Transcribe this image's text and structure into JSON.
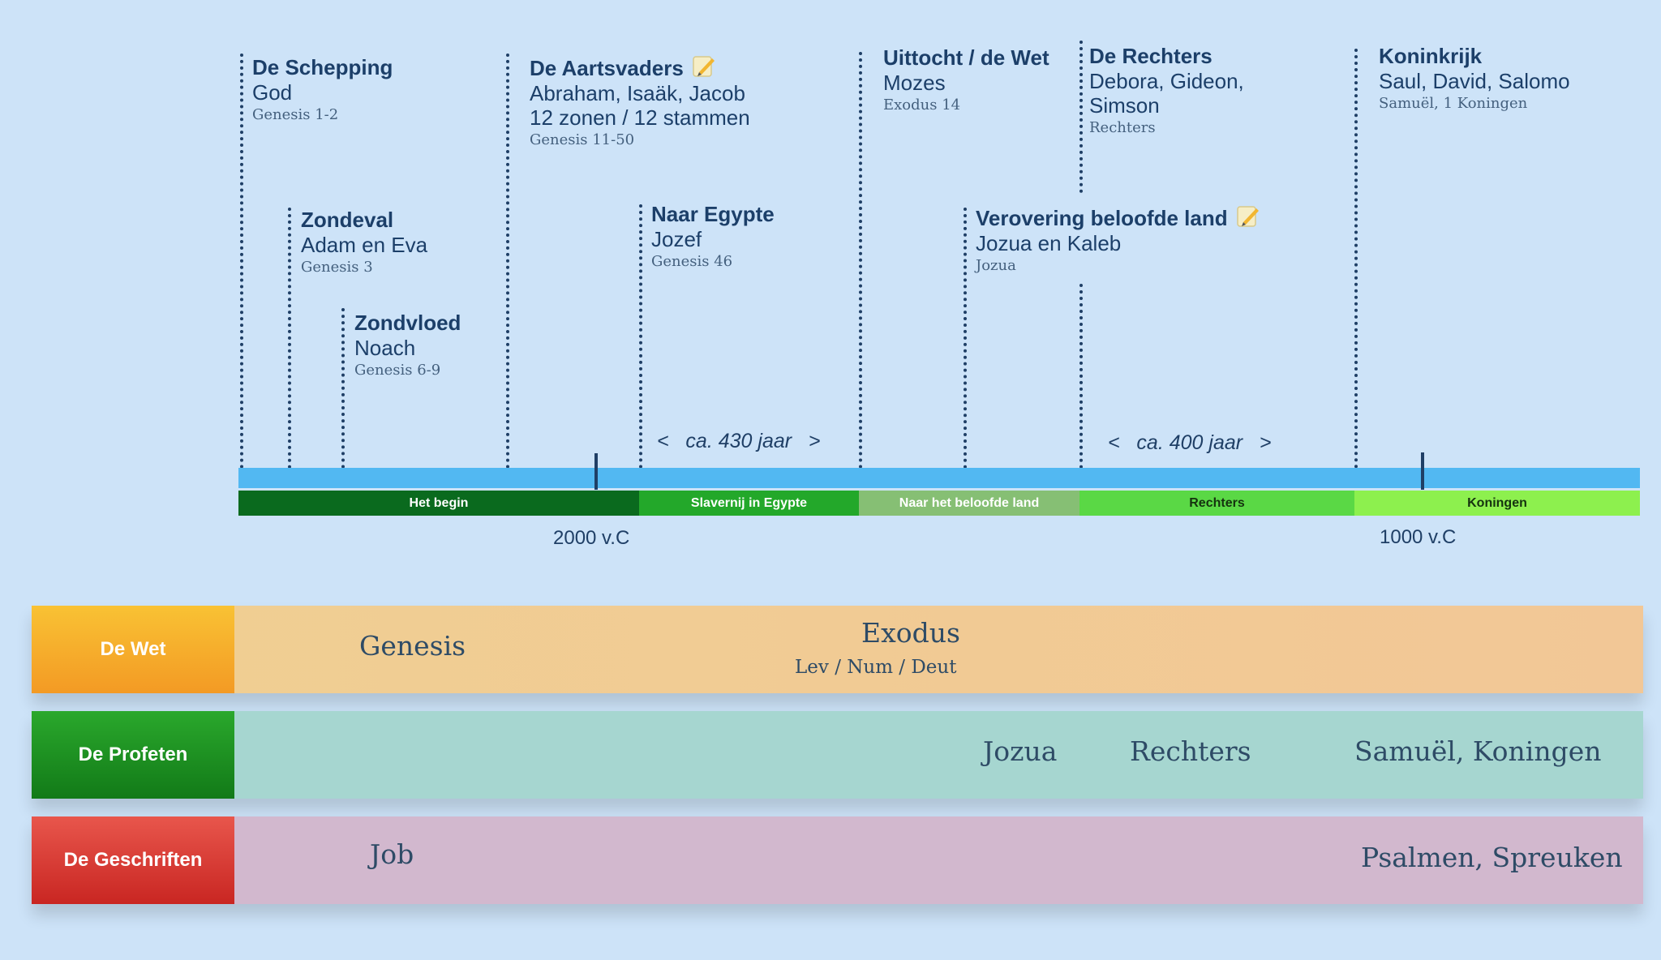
{
  "events": [
    {
      "title": "De Schepping",
      "sub": [
        "God"
      ],
      "ref": "Genesis 1-2",
      "pencil": false
    },
    {
      "title": "Zondeval",
      "sub": [
        "Adam en Eva"
      ],
      "ref": "Genesis 3",
      "pencil": false
    },
    {
      "title": "Zondvloed",
      "sub": [
        "Noach"
      ],
      "ref": "Genesis 6-9",
      "pencil": false
    },
    {
      "title": "De Aartsvaders",
      "sub": [
        "Abraham, Isaäk, Jacob",
        "12 zonen / 12 stammen"
      ],
      "ref": "Genesis 11-50",
      "pencil": true
    },
    {
      "title": "Naar Egypte",
      "sub": [
        "Jozef"
      ],
      "ref": "Genesis 46",
      "pencil": false
    },
    {
      "title": "Uittocht / de Wet",
      "sub": [
        "Mozes"
      ],
      "ref": "Exodus 14",
      "pencil": false
    },
    {
      "title": "Verovering beloofde land",
      "sub": [
        "Jozua en Kaleb"
      ],
      "ref": "Jozua",
      "pencil": true
    },
    {
      "title": "De Rechters",
      "sub": [
        "Debora, Gideon,",
        "Simson"
      ],
      "ref": "Rechters",
      "pencil": false
    },
    {
      "title": "Koninkrijk",
      "sub": [
        "Saul, David, Salomo"
      ],
      "ref": "Samuël, 1 Koningen",
      "pencil": false
    }
  ],
  "periods": [
    {
      "label": "Het begin",
      "color": "#0a6a1e"
    },
    {
      "label": "Slavernij in Egypte",
      "color": "#23a82a"
    },
    {
      "label": "Naar het beloofde land",
      "color": "#86bf74"
    },
    {
      "label": "Rechters",
      "color": "#5ad845"
    },
    {
      "label": "Koningen",
      "color": "#8df04e"
    }
  ],
  "durations": [
    {
      "text": "<   ca. 430 jaar   >"
    },
    {
      "text": "<   ca. 400 jaar   >"
    }
  ],
  "years": [
    "2000 v.C",
    "1000 v.C"
  ],
  "rows": [
    {
      "label": "De Wet",
      "books": [
        "Genesis",
        "Exodus",
        "Lev / Num / Deut"
      ]
    },
    {
      "label": "De Profeten",
      "books": [
        "Jozua",
        "Rechters",
        "Samuël, Koningen"
      ]
    },
    {
      "label": "De Geschriften",
      "books": [
        "Job",
        "Psalmen, Spreuken"
      ]
    }
  ],
  "colors": {
    "background": "#cde3f8",
    "timeline_band": "#52b8f2",
    "wet_label": "#f6a02a",
    "profeten_label": "#1e8f22",
    "geschriften_label": "#d83228"
  }
}
